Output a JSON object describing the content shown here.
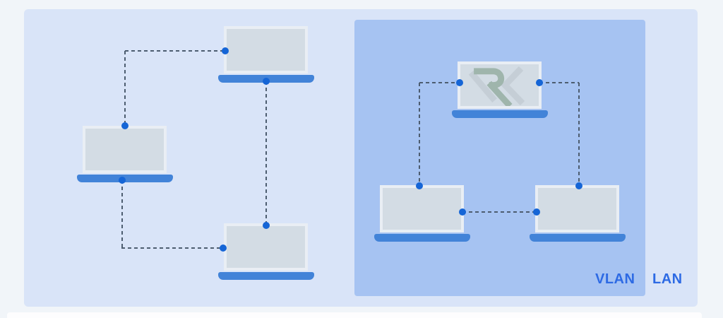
{
  "labels": {
    "vlan": "VLAN",
    "lan": "LAN"
  },
  "logo": {
    "name": "RK logo",
    "text": "RK"
  },
  "network": {
    "description": "VLAN vs LAN illustration",
    "lan_laptop_count": 3,
    "vlan_laptop_count": 3
  },
  "colors": {
    "page_background": "#f1f5f9",
    "lan_panel": "#d9e4f8",
    "vlan_panel": "#a6c3f2",
    "laptop_base": "#4283d8",
    "laptop_screen_fill": "#d3dce4",
    "laptop_screen_frame": "#e9eef4",
    "connector_dash": "#4d5d70",
    "node_dot": "#1565d6",
    "label_text": "#2d6ae4",
    "logo_green": "#9fb5ac",
    "logo_gray": "#c5ced6"
  }
}
